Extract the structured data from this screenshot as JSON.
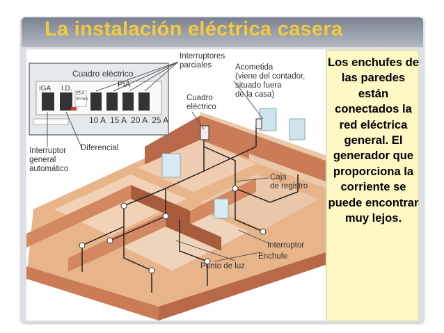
{
  "slide": {
    "title": "La instalación eléctrica casera",
    "note": "Los enchufes de las paredes están conectados la red eléctrica general. El generador que proporciona la corriente se puede encontrar muy lejos."
  },
  "diagram": {
    "panel_title": "Cuadro eléctrico",
    "pia_label": "PIA",
    "iga_label": "IGA",
    "id_label": "I.D.",
    "id_small_1": "25 A",
    "id_small_2": "30 mA",
    "ratings": "10 A  15 A  20 A  25 A",
    "labels": {
      "interruptores_parciales": "Interruptores\nparciales",
      "acometida": "Acometida\n(viene del contador,\nsituado fuera\nde la casa)",
      "cuadro_electrico": "Cuadro\neléctrico",
      "interruptor_general": "Interruptor\ngeneral\nautomático",
      "diferencial": "Diferencial",
      "caja_registro": "Caja\nde registro",
      "interruptor": "Interruptor",
      "enchufe": "Enchufe",
      "punto_luz": "Punto de luz"
    }
  },
  "colors": {
    "title": "#f3ca3c",
    "note_bg": "#fdf8c4",
    "wall": "#c97c55",
    "floor": "#e8b48a",
    "wire": "#222222"
  }
}
